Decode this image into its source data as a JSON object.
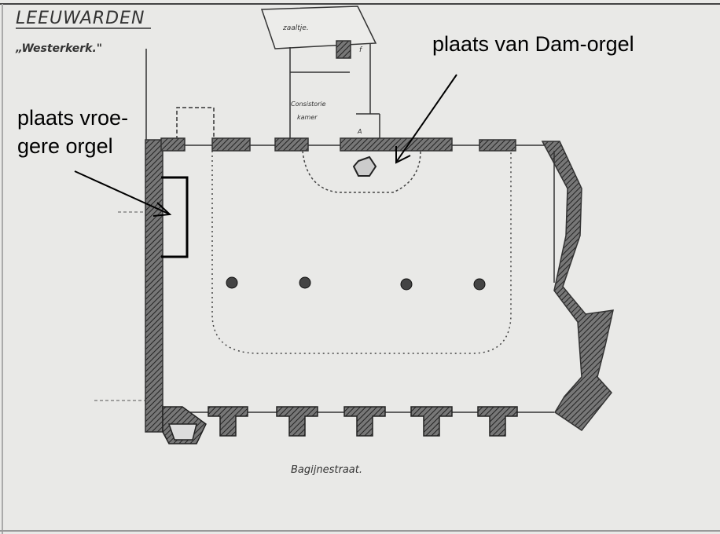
{
  "plan": {
    "city": "LEEUWARDEN",
    "church": "„Westerkerk.\"",
    "room_zaaltje": "zaaltje.",
    "room_consistorie_1": "Consistorie",
    "room_consistorie_2": "kamer",
    "room_f": "f",
    "room_a": "A",
    "street": "Bagijnestraat."
  },
  "annotations": {
    "dam_organ": "plaats van Dam-orgel",
    "former_organ_1": "plaats vroe-",
    "former_organ_2": "gere orgel"
  }
}
